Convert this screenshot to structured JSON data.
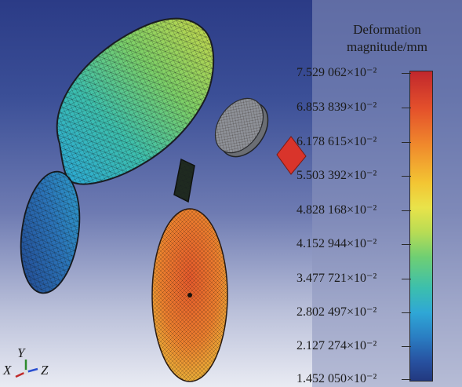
{
  "legend": {
    "title_line1": "Deformation",
    "title_line2": "magnitude/mm",
    "ticks": [
      "7.529 062×10⁻²",
      "6.853 839×10⁻²",
      "6.178 615×10⁻²",
      "5.503 392×10⁻²",
      "4.828 168×10⁻²",
      "4.152 944×10⁻²",
      "3.477 721×10⁻²",
      "2.802 497×10⁻²",
      "2.127 274×10⁻²",
      "1.452 050×10⁻²"
    ]
  },
  "axes": {
    "x": "X",
    "y": "Y",
    "z": "Z"
  },
  "colors": {
    "background_top": "#2b3b86",
    "background_bottom": "#e9ebf3",
    "max_color": "#c1272d",
    "min_color": "#22397f"
  }
}
